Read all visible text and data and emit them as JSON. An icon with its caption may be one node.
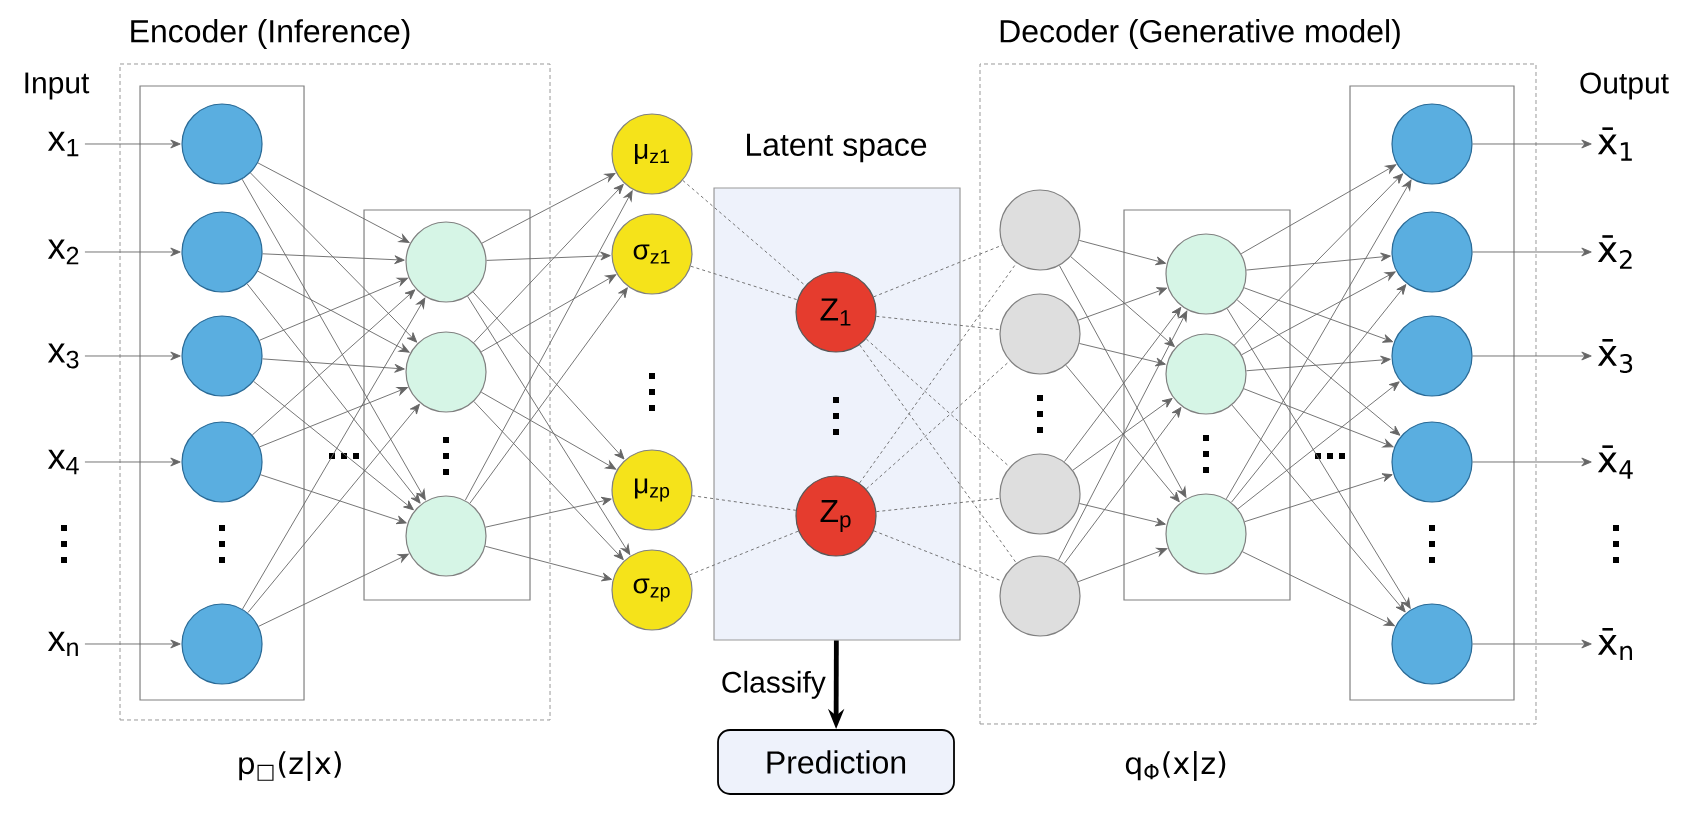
{
  "diagram": {
    "nodes": [
      {
        "text": [
          "x$_{1}$"
        ]
      },
      {
        "text": [
          "x$_{2}$"
        ]
      },
      {
        "text": [
          "x$_{3}$"
        ]
      },
      {
        "text": [
          "x$_{4}$"
        ]
      },
      {
        "text": [
          "x$_{n}$"
        ]
      },
      {
        "text": [
          "Encoder (Inference)"
        ],
        "beside": [
          "p$_{□}$(z|x)"
        ]
      },
      {
        "text": [],
        "shape": "box",
        "in": 5
      },
      {
        "text": [],
        "shape": "circle",
        "in": 6
      },
      {
        "text": [],
        "shape": "circle",
        "in": 6
      },
      {
        "text": [],
        "shape": "circle",
        "in": 6
      },
      {
        "text": [],
        "shape": "circle",
        "in": 6
      },
      {
        "text": [],
        "shape": "circle",
        "in": 6
      },
      {
        "text": [],
        "shape": "box",
        "in": 5
      },
      {
        "text": [],
        "shape": "circle",
        "in": 12
      },
      {
        "text": [],
        "shape": "circle",
        "in": 12
      },
      {
        "text": [],
        "shape": "circle",
        "in": 12
      },
      {
        "text": [
          "μ$_{z1}$"
        ]
      },
      {
        "text": [
          "σ$_{z1}$"
        ]
      },
      {
        "text": [
          "μ$_{zp}$"
        ]
      },
      {
        "text": [
          "σ$_{zp}$"
        ]
      },
      {
        "text": [
          "Latent space"
        ]
      },
      {
        "text": [
          "Z$_{1}$"
        ],
        "in": 20
      },
      {
        "text": [
          "Z$_{p}$"
        ],
        "in": 20
      },
      {
        "text": [
          "Prediction"
        ]
      },
      {
        "text": [
          "Decoder (Generative model)"
        ],
        "beside": [
          "q$_{Φ}$(x|z)"
        ]
      },
      {
        "text": [],
        "shape": "circle",
        "in": 24
      },
      {
        "text": [],
        "shape": "circle",
        "in": 24
      },
      {
        "text": [],
        "shape": "circle",
        "in": 24
      },
      {
        "text": [],
        "shape": "circle",
        "in": 24
      },
      {
        "text": [],
        "shape": "box",
        "in": 24
      },
      {
        "text": [],
        "shape": "circle",
        "in": 29
      },
      {
        "text": [],
        "shape": "circle",
        "in": 29
      },
      {
        "text": [],
        "shape": "circle",
        "in": 29
      },
      {
        "text": [],
        "shape": "box",
        "in": 24
      },
      {
        "text": [],
        "shape": "circle",
        "in": 33
      },
      {
        "text": [],
        "shape": "circle",
        "in": 33
      },
      {
        "text": [],
        "shape": "circle",
        "in": 33
      },
      {
        "text": [],
        "shape": "circle",
        "in": 33
      },
      {
        "text": [],
        "shape": "circle",
        "in": 33
      },
      {
        "text": [
          "x̄$_{1}$"
        ]
      },
      {
        "text": [
          "x̄$_{2}$"
        ]
      },
      {
        "text": [
          "x̄$_{3}$"
        ]
      },
      {
        "text": [
          "x̄$_{4}$"
        ]
      },
      {
        "text": [
          "x̄$_{n}$"
        ]
      }
    ],
    "edges": [
      {
        "from": 0,
        "to": 7,
        "arrow": "to"
      },
      {
        "from": 1,
        "to": 8,
        "arrow": "to"
      },
      {
        "from": 2,
        "to": 9,
        "arrow": "to"
      },
      {
        "from": 3,
        "to": 10,
        "arrow": "to"
      },
      {
        "from": 4,
        "to": 11,
        "arrow": "to"
      },
      {
        "from": 7,
        "to": 13,
        "arrow": "to"
      },
      {
        "from": 7,
        "to": 14,
        "arrow": "to"
      },
      {
        "from": 7,
        "to": 15,
        "arrow": "to"
      },
      {
        "from": 8,
        "to": 13,
        "arrow": "to"
      },
      {
        "from": 8,
        "to": 14,
        "arrow": "to"
      },
      {
        "from": 8,
        "to": 15,
        "arrow": "to"
      },
      {
        "from": 9,
        "to": 13,
        "arrow": "to"
      },
      {
        "from": 9,
        "to": 14,
        "arrow": "to"
      },
      {
        "from": 9,
        "to": 15,
        "arrow": "to"
      },
      {
        "from": 10,
        "to": 13,
        "arrow": "to"
      },
      {
        "from": 10,
        "to": 14,
        "arrow": "to"
      },
      {
        "from": 10,
        "to": 15,
        "arrow": "to"
      },
      {
        "from": 11,
        "to": 13,
        "arrow": "to"
      },
      {
        "from": 11,
        "to": 14,
        "arrow": "to"
      },
      {
        "from": 11,
        "to": 15,
        "arrow": "to"
      },
      {
        "from": 13,
        "to": 16,
        "arrow": "to"
      },
      {
        "from": 13,
        "to": 17,
        "arrow": "to"
      },
      {
        "from": 13,
        "to": 18,
        "arrow": "to"
      },
      {
        "from": 13,
        "to": 19,
        "arrow": "to"
      },
      {
        "from": 14,
        "to": 16,
        "arrow": "to"
      },
      {
        "from": 14,
        "to": 17,
        "arrow": "to"
      },
      {
        "from": 14,
        "to": 18,
        "arrow": "to"
      },
      {
        "from": 14,
        "to": 19,
        "arrow": "to"
      },
      {
        "from": 15,
        "to": 16,
        "arrow": "to"
      },
      {
        "from": 15,
        "to": 17,
        "arrow": "to"
      },
      {
        "from": 15,
        "to": 18,
        "arrow": "to"
      },
      {
        "from": 15,
        "to": 19,
        "arrow": "to"
      },
      {
        "from": 16,
        "to": 21,
        "arrow": "none",
        "style": "dashed"
      },
      {
        "from": 17,
        "to": 21,
        "arrow": "none",
        "style": "dashed"
      },
      {
        "from": 18,
        "to": 22,
        "arrow": "none",
        "style": "dashed"
      },
      {
        "from": 19,
        "to": 22,
        "arrow": "none",
        "style": "dashed"
      },
      {
        "from": 21,
        "to": 25,
        "arrow": "none",
        "style": "dashed"
      },
      {
        "from": 21,
        "to": 26,
        "arrow": "none",
        "style": "dashed"
      },
      {
        "from": 21,
        "to": 27,
        "arrow": "none",
        "style": "dashed"
      },
      {
        "from": 21,
        "to": 28,
        "arrow": "none",
        "style": "dashed"
      },
      {
        "from": 22,
        "to": 25,
        "arrow": "none",
        "style": "dashed"
      },
      {
        "from": 22,
        "to": 26,
        "arrow": "none",
        "style": "dashed"
      },
      {
        "from": 22,
        "to": 27,
        "arrow": "none",
        "style": "dashed"
      },
      {
        "from": 22,
        "to": 28,
        "arrow": "none",
        "style": "dashed"
      },
      {
        "from": 25,
        "to": 30,
        "arrow": "to"
      },
      {
        "from": 25,
        "to": 31,
        "arrow": "to"
      },
      {
        "from": 25,
        "to": 32,
        "arrow": "to"
      },
      {
        "from": 26,
        "to": 30,
        "arrow": "to"
      },
      {
        "from": 26,
        "to": 31,
        "arrow": "to"
      },
      {
        "from": 26,
        "to": 32,
        "arrow": "to"
      },
      {
        "from": 27,
        "to": 30,
        "arrow": "to"
      },
      {
        "from": 27,
        "to": 31,
        "arrow": "to"
      },
      {
        "from": 27,
        "to": 32,
        "arrow": "to"
      },
      {
        "from": 28,
        "to": 30,
        "arrow": "to"
      },
      {
        "from": 28,
        "to": 31,
        "arrow": "to"
      },
      {
        "from": 28,
        "to": 32,
        "arrow": "to"
      },
      {
        "from": 30,
        "to": 34,
        "arrow": "to"
      },
      {
        "from": 30,
        "to": 35,
        "arrow": "to"
      },
      {
        "from": 30,
        "to": 36,
        "arrow": "to"
      },
      {
        "from": 30,
        "to": 37,
        "arrow": "to"
      },
      {
        "from": 30,
        "to": 38,
        "arrow": "to"
      },
      {
        "from": 31,
        "to": 34,
        "arrow": "to"
      },
      {
        "from": 31,
        "to": 35,
        "arrow": "to"
      },
      {
        "from": 31,
        "to": 36,
        "arrow": "to"
      },
      {
        "from": 31,
        "to": 37,
        "arrow": "to"
      },
      {
        "from": 31,
        "to": 38,
        "arrow": "to"
      },
      {
        "from": 32,
        "to": 34,
        "arrow": "to"
      },
      {
        "from": 32,
        "to": 35,
        "arrow": "to"
      },
      {
        "from": 32,
        "to": 36,
        "arrow": "to"
      },
      {
        "from": 32,
        "to": 37,
        "arrow": "to"
      },
      {
        "from": 32,
        "to": 38,
        "arrow": "to"
      },
      {
        "from": 34,
        "to": 39,
        "arrow": "to"
      },
      {
        "from": 35,
        "to": 40,
        "arrow": "to"
      },
      {
        "from": 36,
        "to": 41,
        "arrow": "to"
      },
      {
        "from": 37,
        "to": 42,
        "arrow": "to"
      },
      {
        "from": 38,
        "to": 43,
        "arrow": "to"
      },
      {
        "from": 20,
        "to": 23,
        "arrow": "to",
        "label": "Classify",
        "style": "thick",
        "color": "#000000"
      }
    ],
    "labels": [
      "Input",
      "Output"
    ]
  }
}
